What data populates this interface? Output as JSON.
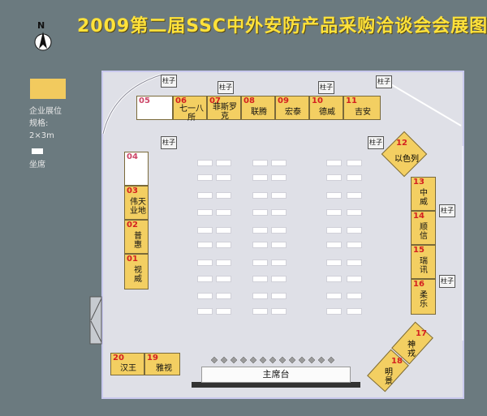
{
  "title": "2009第二届SSC中外安防产品采购洽谈会会展图",
  "compass_label": "N",
  "legend": {
    "booth_label": "企业展位",
    "booth_spec_label": "规格:",
    "booth_spec_size": "2×3m",
    "seat_label": "坐席"
  },
  "pillar_label": "柱子",
  "stage_label": "主席台",
  "booths": [
    {
      "num": "05",
      "name": ""
    },
    {
      "num": "06",
      "name": "七一八所"
    },
    {
      "num": "07",
      "name": "菲斯罗克"
    },
    {
      "num": "08",
      "name": "联腾"
    },
    {
      "num": "09",
      "name": "宏泰"
    },
    {
      "num": "10",
      "name": "德威"
    },
    {
      "num": "11",
      "name": "吉安"
    },
    {
      "num": "04",
      "name": ""
    },
    {
      "num": "03",
      "name": "伟天业地"
    },
    {
      "num": "02",
      "name": "普惠"
    },
    {
      "num": "01",
      "name": "视威"
    },
    {
      "num": "12",
      "name": "以色列"
    },
    {
      "num": "13",
      "name": "中威"
    },
    {
      "num": "14",
      "name": "顺信"
    },
    {
      "num": "15",
      "name": "瑞讯"
    },
    {
      "num": "16",
      "name": "柔乐"
    },
    {
      "num": "17",
      "name": "神戎"
    },
    {
      "num": "18",
      "name": "明景"
    },
    {
      "num": "20",
      "name": "汉王"
    },
    {
      "num": "19",
      "name": "雅视"
    }
  ],
  "colors": {
    "booth": "#f3cf62",
    "background": "#6b7a7f",
    "title": "#ffe23a",
    "hall_floor": "#dfe0e7"
  },
  "icons": [
    "north-arrow-icon"
  ]
}
